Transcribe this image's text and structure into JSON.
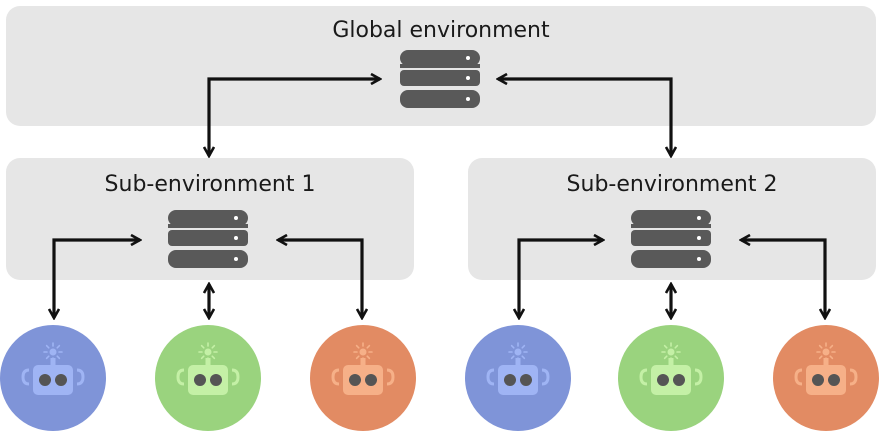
{
  "global": {
    "title": "Global environment",
    "icon": "database-icon"
  },
  "sub_environments": [
    {
      "title": "Sub-environment 1",
      "icon": "database-icon",
      "agents": [
        {
          "icon": "robot-icon",
          "color": "#7f94d8",
          "face_color": "#9fb4f4"
        },
        {
          "icon": "robot-icon",
          "color": "#9ad37e",
          "face_color": "#c4f0a6"
        },
        {
          "icon": "robot-icon",
          "color": "#e28b63",
          "face_color": "#f6b088"
        }
      ]
    },
    {
      "title": "Sub-environment 2",
      "icon": "database-icon",
      "agents": [
        {
          "icon": "robot-icon",
          "color": "#7f94d8",
          "face_color": "#9fb4f4"
        },
        {
          "icon": "robot-icon",
          "color": "#9ad37e",
          "face_color": "#c4f0a6"
        },
        {
          "icon": "robot-icon",
          "color": "#e28b63",
          "face_color": "#f6b088"
        }
      ]
    }
  ],
  "colors": {
    "panel": "#e6e6e6",
    "database": "#595959",
    "arrow": "#111111"
  }
}
